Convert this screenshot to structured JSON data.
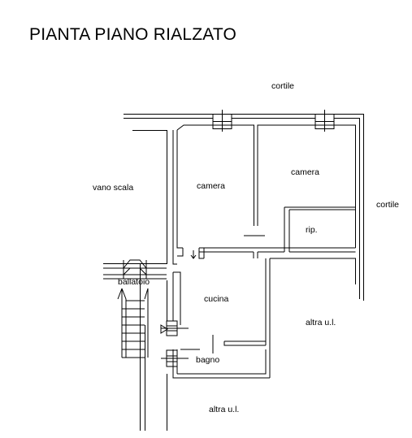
{
  "title": "PIANTA PIANO RIALZATO",
  "labels": {
    "cortile_top": "cortile",
    "cortile_right": "cortile",
    "vano_scala": "vano scala",
    "camera_left": "camera",
    "camera_right": "camera",
    "rip": "rip.",
    "ballatoio": "ballatoio",
    "cucina": "cucina",
    "altra_ul_right": "altra u.l.",
    "bagno": "bagno",
    "altra_ul_bottom": "altra u.l."
  },
  "colors": {
    "line": "#000000",
    "background": "#ffffff"
  }
}
